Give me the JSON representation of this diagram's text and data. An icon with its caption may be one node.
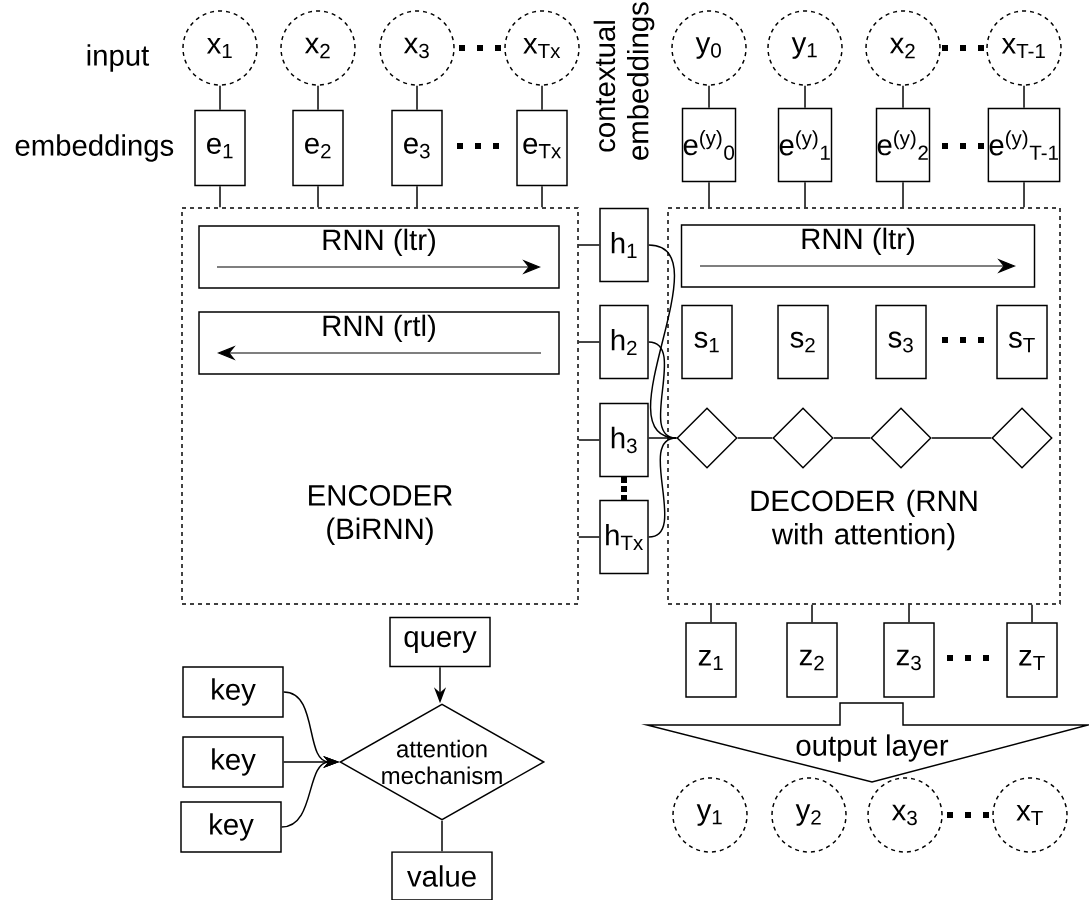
{
  "diagram": {
    "nodes": [
      {
        "text": [
          "x$_{1}$"
        ]
      },
      {
        "text": [
          "x$_{2}$"
        ]
      },
      {
        "text": [
          "x$_{3}$"
        ]
      },
      {
        "text": [
          "x$_{Tx}$"
        ]
      },
      {
        "text": [
          "y$_{0}$"
        ]
      },
      {
        "text": [
          "y$_{1}$"
        ]
      },
      {
        "text": [
          "x$_{2}$"
        ]
      },
      {
        "text": [
          "x$_{T-1}$"
        ]
      },
      {
        "text": [
          "e$_{1}$"
        ]
      },
      {
        "text": [
          "e$_{2}$"
        ]
      },
      {
        "text": [
          "e$_{3}$"
        ]
      },
      {
        "text": [
          "e$_{Tx}$"
        ]
      },
      {
        "text": [
          "e$^{(y)}$$_{0}$"
        ]
      },
      {
        "text": [
          "e$^{(y)}$$_{1}$"
        ]
      },
      {
        "text": [
          "e$^{(y)}$$_{2}$"
        ]
      },
      {
        "text": [
          "e$^{(y)}$$_{T-1}$"
        ]
      },
      {
        "text": [
          "ENCODER (BiRNN)"
        ]
      },
      {
        "text": [
          "RNN (ltr)"
        ],
        "in": 16
      },
      {
        "text": [
          "RNN (rtl)"
        ],
        "in": 16
      },
      {
        "text": [
          "h$_{1}$"
        ]
      },
      {
        "text": [
          "h$_{2}$"
        ]
      },
      {
        "text": [
          "h$_{3}$"
        ]
      },
      {
        "text": [
          "h$_{Tx}$"
        ]
      },
      {
        "text": [
          "DECODER (RNN with attention)"
        ]
      },
      {
        "text": [
          "RNN (ltr)"
        ],
        "in": 23
      },
      {
        "text": [
          "s$_{1}$"
        ],
        "in": 23
      },
      {
        "text": [
          "s$_{2}$"
        ],
        "in": 23
      },
      {
        "text": [
          "s$_{3}$"
        ],
        "in": 23
      },
      {
        "text": [
          "s$_{T}$"
        ],
        "in": 23
      },
      {
        "text": [],
        "shape": "diamond",
        "in": 23
      },
      {
        "text": [],
        "shape": "diamond",
        "in": 23
      },
      {
        "text": [],
        "shape": "diamond",
        "in": 23
      },
      {
        "text": [],
        "shape": "diamond",
        "in": 23
      },
      {
        "text": [
          "z$_{1}$"
        ]
      },
      {
        "text": [
          "z$_{2}$"
        ]
      },
      {
        "text": [
          "z$_{3}$"
        ]
      },
      {
        "text": [
          "z$_{T}$"
        ]
      },
      {
        "text": [
          "output layer"
        ]
      },
      {
        "text": [
          "y$_{1}$"
        ]
      },
      {
        "text": [
          "y$_{2}$"
        ]
      },
      {
        "text": [
          "x$_{3}$"
        ]
      },
      {
        "text": [
          "x$_{T}$"
        ]
      },
      {
        "text": [
          "query"
        ]
      },
      {
        "text": [
          "key"
        ]
      },
      {
        "text": [
          "key"
        ]
      },
      {
        "text": [
          "key"
        ]
      },
      {
        "text": [
          "attention mechanism"
        ]
      },
      {
        "text": [
          "value"
        ]
      }
    ],
    "edges": [
      {
        "from": 0,
        "to": 8,
        "arrow": "none"
      },
      {
        "from": 1,
        "to": 9,
        "arrow": "none"
      },
      {
        "from": 2,
        "to": 10,
        "arrow": "none"
      },
      {
        "from": 3,
        "to": 11,
        "arrow": "none"
      },
      {
        "from": 4,
        "to": 12,
        "arrow": "none"
      },
      {
        "from": 5,
        "to": 13,
        "arrow": "none"
      },
      {
        "from": 6,
        "to": 14,
        "arrow": "none"
      },
      {
        "from": 7,
        "to": 15,
        "arrow": "none"
      },
      {
        "from": 8,
        "to": 16,
        "arrow": "none"
      },
      {
        "from": 9,
        "to": 16,
        "arrow": "none"
      },
      {
        "from": 10,
        "to": 16,
        "arrow": "none"
      },
      {
        "from": 11,
        "to": 16,
        "arrow": "none"
      },
      {
        "from": 12,
        "to": 23,
        "arrow": "none"
      },
      {
        "from": 13,
        "to": 23,
        "arrow": "none"
      },
      {
        "from": 14,
        "to": 23,
        "arrow": "none"
      },
      {
        "from": 15,
        "to": 23,
        "arrow": "none"
      },
      {
        "from": 16,
        "to": 19,
        "arrow": "none"
      },
      {
        "from": 16,
        "to": 20,
        "arrow": "none"
      },
      {
        "from": 16,
        "to": 21,
        "arrow": "none"
      },
      {
        "from": 16,
        "to": 22,
        "arrow": "none"
      },
      {
        "from": 19,
        "to": 29,
        "arrow": "none"
      },
      {
        "from": 20,
        "to": 29,
        "arrow": "none"
      },
      {
        "from": 21,
        "to": 29,
        "arrow": "none"
      },
      {
        "from": 22,
        "to": 29,
        "arrow": "none"
      },
      {
        "from": 29,
        "to": 30,
        "arrow": "none"
      },
      {
        "from": 30,
        "to": 31,
        "arrow": "none"
      },
      {
        "from": 31,
        "to": 32,
        "arrow": "none"
      },
      {
        "from": 23,
        "to": 33,
        "arrow": "none"
      },
      {
        "from": 23,
        "to": 34,
        "arrow": "none"
      },
      {
        "from": 23,
        "to": 35,
        "arrow": "none"
      },
      {
        "from": 23,
        "to": 36,
        "arrow": "none"
      },
      {
        "from": 42,
        "to": 46,
        "arrow": "to"
      },
      {
        "from": 43,
        "to": 46,
        "arrow": "to"
      },
      {
        "from": 44,
        "to": 46,
        "arrow": "to"
      },
      {
        "from": 45,
        "to": 46,
        "arrow": "to"
      },
      {
        "from": 46,
        "to": 47,
        "arrow": "none"
      }
    ],
    "labels": [
      "input",
      "embeddings",
      "contextual embeddings"
    ]
  }
}
